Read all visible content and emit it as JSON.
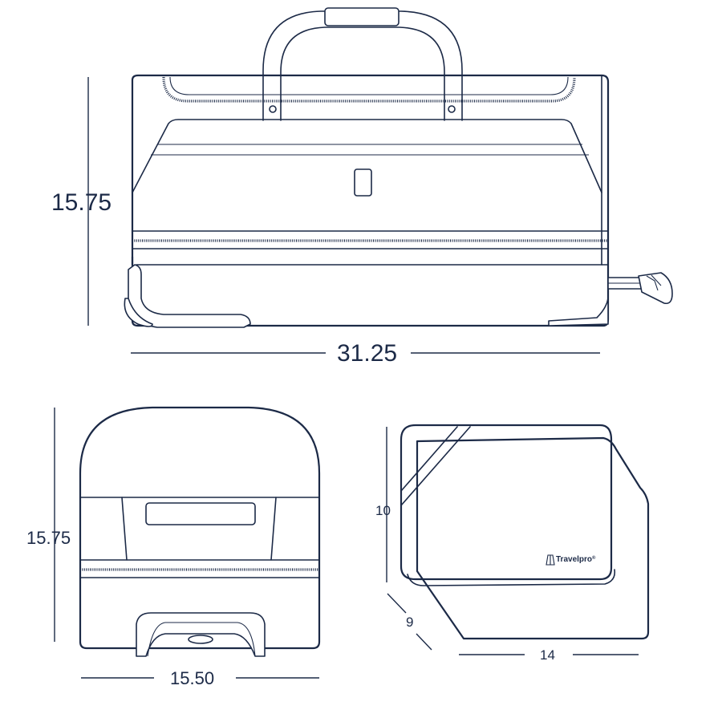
{
  "dimensions": {
    "front_height": "15.75",
    "front_width": "31.25",
    "side_height": "15.75",
    "side_width": "15.50",
    "case_height": "10",
    "case_depth": "9",
    "case_width": "14"
  },
  "brand": {
    "logo_text": "Travelpro",
    "trademark": "®"
  },
  "colors": {
    "line": "#1c2a47",
    "background": "#ffffff"
  }
}
